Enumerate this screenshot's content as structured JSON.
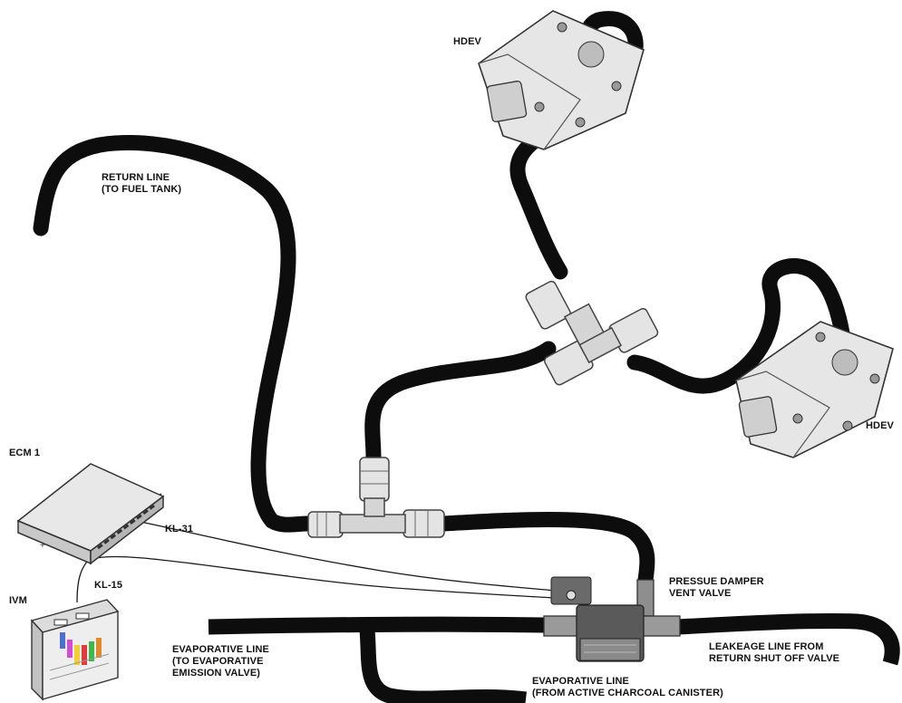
{
  "labels": {
    "hdev_top": "HDEV",
    "hdev_right": "HDEV",
    "return_line_1": "RETURN LINE",
    "return_line_2": "(TO FUEL TANK)",
    "ecm": "ECM 1",
    "kl31": "KL-31",
    "kl15": "KL-15",
    "ivm": "IVM",
    "damper_1": "PRESSUE DAMPER",
    "damper_2": "VENT VALVE",
    "leakage_1": "LEAKEAGE LINE FROM",
    "leakage_2": "RETURN SHUT OFF VALVE",
    "evap_left_1": "EVAPORATIVE LINE",
    "evap_left_2": "(TO EVAPORATIVE",
    "evap_left_3": "EMISSION VALVE)",
    "evap_bottom_1": "EVAPORATIVE LINE",
    "evap_bottom_2": "(FROM ACTIVE CHARCOAL CANISTER)"
  },
  "colors": {
    "hose": "#0d0d0d",
    "wire": "#1a1a1a",
    "component_fill": "#e4e4e4",
    "component_stroke": "#555555",
    "background": "#ffffff"
  },
  "icons": {
    "hdev": "valve-icon",
    "ecm": "control-module-icon",
    "ivm": "relay-module-icon",
    "damper": "vent-valve-icon",
    "fitting": "tee-connector-icon"
  }
}
